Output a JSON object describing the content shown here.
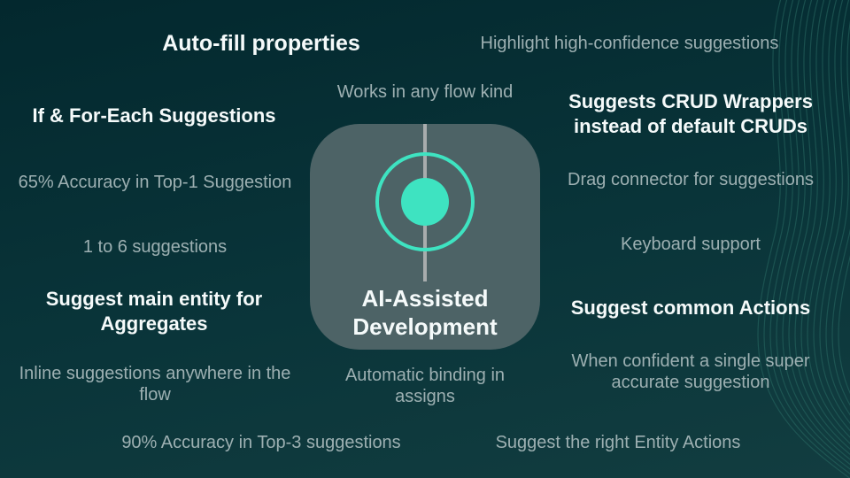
{
  "slide": {
    "center_card": {
      "icon": "target-circle-icon",
      "title_line1": "AI-Assisted",
      "title_line2": "Development"
    },
    "labels": {
      "autofill": "Auto-fill properties",
      "highlight": "Highlight high-confidence suggestions",
      "works_any_flow": "Works in any flow kind",
      "if_foreach": "If & For-Each Suggestions",
      "crud_wrappers": "Suggests CRUD Wrappers instead of default CRUDs",
      "accuracy_top1": "65% Accuracy in Top-1 Suggestion",
      "drag_connector": "Drag connector for suggestions",
      "one_to_six": "1 to 6 suggestions",
      "keyboard": "Keyboard support",
      "main_entity": "Suggest main entity for Aggregates",
      "common_actions": "Suggest common Actions",
      "inline_suggestions": "Inline suggestions anywhere in the flow",
      "when_confident": "When confident a single super accurate suggestion",
      "auto_binding": "Automatic binding in assigns",
      "accuracy_top3": "90% Accuracy in Top-3 suggestions",
      "entity_actions": "Suggest the right Entity Actions"
    },
    "colors": {
      "background_dark": "#03282e",
      "background_light": "#123d40",
      "card": "#4d6366",
      "accent_teal": "#3ee3c1",
      "heading_text": "#f5fafa",
      "muted_text": "#9db0b2",
      "wave_line": "#2a6b64",
      "icon_line_gray": "#a8acad"
    }
  }
}
